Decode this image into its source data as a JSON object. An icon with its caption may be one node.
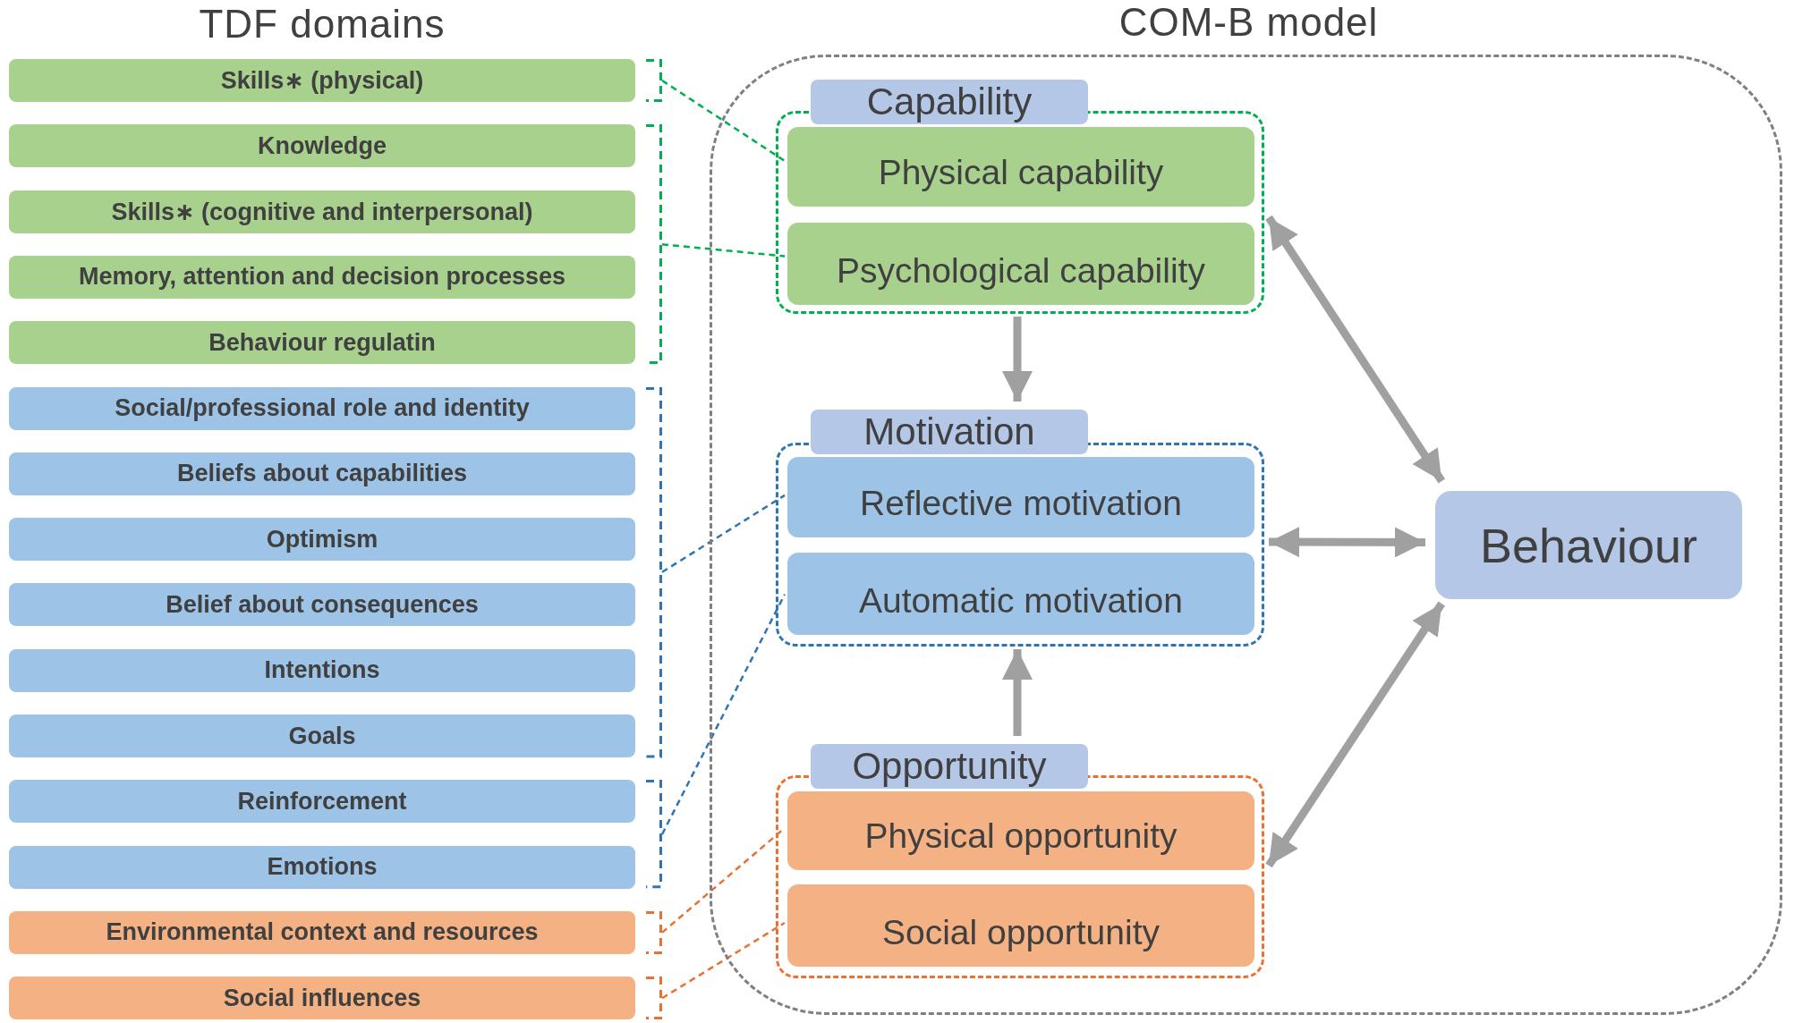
{
  "diagram": {
    "nodes": [
      {
        "text": [
          "Skills∗ (physical)"
        ]
      },
      {
        "text": [
          "Knowledge"
        ]
      },
      {
        "text": [
          "Skills∗ (cognitive and interpersonal)"
        ]
      },
      {
        "text": [
          "Memory, attention and decision processes"
        ]
      },
      {
        "text": [
          "Behaviour regulatin"
        ]
      },
      {
        "text": [
          "Social/professional role and identity"
        ]
      },
      {
        "text": [
          "Beliefs about capabilities"
        ]
      },
      {
        "text": [
          "Optimism"
        ]
      },
      {
        "text": [
          "Belief about consequences"
        ]
      },
      {
        "text": [
          "Intentions"
        ]
      },
      {
        "text": [
          "Goals"
        ]
      },
      {
        "text": [
          "Reinforcement"
        ]
      },
      {
        "text": [
          "Emotions"
        ]
      },
      {
        "text": [
          "Environmental context and resources"
        ]
      },
      {
        "text": [
          "Social influences"
        ]
      },
      {
        "text": [],
        "shape": "bracket"
      },
      {
        "text": [],
        "shape": "bracket"
      },
      {
        "text": [],
        "shape": "bracket"
      },
      {
        "text": [],
        "shape": "bracket"
      },
      {
        "text": [],
        "shape": "bracket"
      },
      {
        "text": [],
        "shape": "bracket"
      },
      {
        "text": [
          "COM-B model"
        ]
      },
      {
        "text": [
          "Capability"
        ],
        "in": 21
      },
      {
        "text": [
          "Physical capability"
        ],
        "in": 22
      },
      {
        "text": [
          "Psychological capability"
        ],
        "in": 22
      },
      {
        "text": [
          "Motivation"
        ],
        "in": 21
      },
      {
        "text": [
          "Reflective motivation"
        ],
        "in": 25
      },
      {
        "text": [
          "Automatic motivation"
        ],
        "in": 25
      },
      {
        "text": [
          "Opportunity"
        ],
        "in": 21
      },
      {
        "text": [
          "Physical opportunity"
        ],
        "in": 28
      },
      {
        "text": [
          "Social opportunity"
        ],
        "in": 28
      },
      {
        "text": [
          "Behaviour"
        ],
        "in": 21
      }
    ],
    "edges": [
      {
        "from": 15,
        "to": 23,
        "arrow": "none",
        "style": "dashed",
        "color": "#00b050"
      },
      {
        "from": 16,
        "to": 24,
        "arrow": "none",
        "style": "dashed",
        "color": "#00b050"
      },
      {
        "from": 17,
        "to": 26,
        "arrow": "none",
        "style": "dashed",
        "color": "#2e75b6"
      },
      {
        "from": 18,
        "to": 27,
        "arrow": "none",
        "style": "dashed",
        "color": "#2e75b6"
      },
      {
        "from": 19,
        "to": 29,
        "arrow": "none",
        "style": "dashed",
        "color": "#e97132"
      },
      {
        "from": 20,
        "to": 30,
        "arrow": "none",
        "style": "dashed",
        "color": "#e97132"
      },
      {
        "from": 22,
        "to": 25,
        "arrow": "to",
        "style": "thick",
        "color": "#a0a0a0"
      },
      {
        "from": 28,
        "to": 25,
        "arrow": "to",
        "style": "thick",
        "color": "#a0a0a0"
      },
      {
        "from": 22,
        "to": 31,
        "arrow": "both",
        "style": "thick",
        "color": "#a0a0a0"
      },
      {
        "from": 25,
        "to": 31,
        "arrow": "both",
        "style": "thick",
        "color": "#a0a0a0"
      },
      {
        "from": 28,
        "to": 31,
        "arrow": "both",
        "style": "thick",
        "color": "#a0a0a0"
      }
    ],
    "labels": [
      "TDF domains"
    ]
  }
}
